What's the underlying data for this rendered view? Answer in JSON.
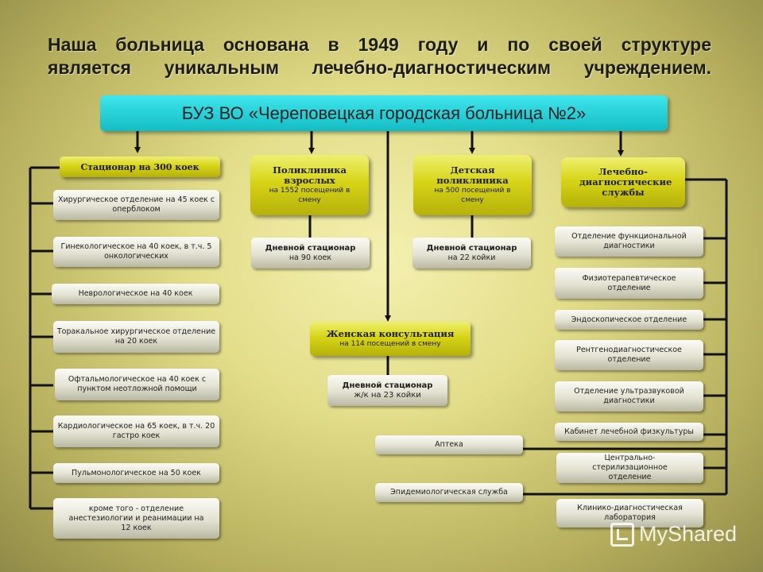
{
  "heading": {
    "line1": "Наша больница основана в 1949 году и по своей структуре",
    "line2": "является уникальным лечебно-диагностическим учреждением."
  },
  "root": "БУЗ ВО «Череповецкая городская больница №2»",
  "stationar": {
    "title": "Стационар на 300 коек",
    "items": [
      "Хирургическое отделение на 45 коек с оперблоком",
      "Гинекологическое на 40 коек, в т.ч. 5 онкологических",
      "Неврологическое на 40 коек",
      "Торакальное хирургическое отделение на 20 коек",
      "Офтальмологическое на 40 коек с пунктом неотложной помощи",
      "Кардиологическое на 65 коек, в т.ч. 20 гастро коек",
      "Пульмонологическое на 50 коек",
      "кроме того - отделение анестезиологии и реанимации на 12 коек"
    ]
  },
  "poly_adult": {
    "title": "Поликлиника взрослых",
    "sub": "на 1552 посещений в смену",
    "day": "Дневной стационар",
    "day_sub": "на 90 коек"
  },
  "poly_child": {
    "title": "Детская поликлиника",
    "sub": "на 500 посещений в смену",
    "day": "Дневной стационар",
    "day_sub": "на 22 койки"
  },
  "women": {
    "title": "Женская консультация",
    "sub": "на 114 посещений в смену",
    "day": "Дневной стационар",
    "day_sub": "ж/к на 23 койки"
  },
  "pharmacy": "Аптека",
  "epid": "Эпидемиологическая служба",
  "diag": {
    "title": "Лечебно-диагностические службы",
    "items": [
      "Отделение функциональной диагностики",
      "Физиотерапевтическое отделение",
      "Эндоскопическое отделение",
      "Рентгенодиагностическое отделение",
      "Отделение ультразвуковой диагностики",
      "Кабинет лечебной физкультуры",
      "Центрально-стерилизационное отделение",
      "Клинико-диагностическая лаборатория"
    ]
  },
  "watermark": "MyShared",
  "colors": {
    "root": "#1fc8d0",
    "yellow": "#d7d417",
    "line": "#111111"
  }
}
